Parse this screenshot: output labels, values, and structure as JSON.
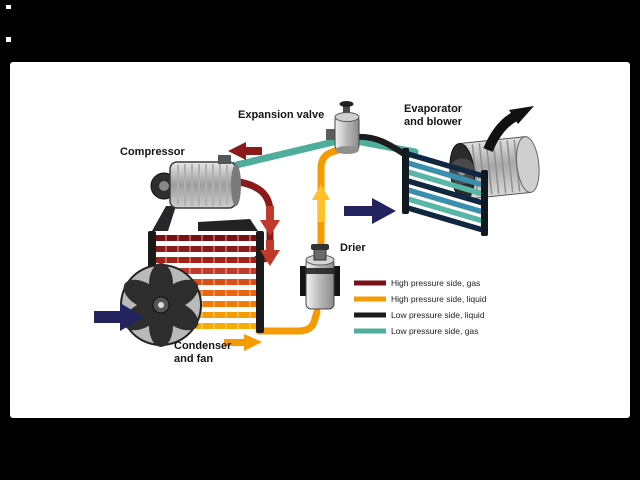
{
  "frame": {
    "background": "#000000",
    "canvas": "#ffffff"
  },
  "diagram": {
    "labels": {
      "compressor": "Compressor",
      "expansion_valve": "Expansion valve",
      "evaporator_line1": "Evaporator",
      "evaporator_line2": "and blower",
      "drier": "Drier",
      "condenser_line1": "Condenser",
      "condenser_line2": "and fan"
    },
    "colors": {
      "high_pressure_gas": "#8b1a1a",
      "high_pressure_liquid": "#f59b00",
      "low_pressure_liquid": "#1c1c1c",
      "low_pressure_gas": "#4fae9b",
      "flow_arrow_red": "#c0392b",
      "flow_arrow_orange": "#ffc12a",
      "air_arrow_navy": "#23235f",
      "air_arrow_black": "#111111"
    },
    "condenser_rows": [
      "#7a1016",
      "#8b1a1a",
      "#a32217",
      "#c0392b",
      "#d84e15",
      "#e8650e",
      "#f07c06",
      "#f59b00",
      "#f7ad00"
    ],
    "evaporator_rows": [
      "#0f2740",
      "#3a8fae",
      "#57b6a5",
      "#0f2740",
      "#3a8fae",
      "#57b6a5",
      "#0f2740"
    ],
    "legend": {
      "items": [
        {
          "label": "High pressure side, gas",
          "color": "#7a1016"
        },
        {
          "label": "High pressure side, liquid",
          "color": "#f59b00"
        },
        {
          "label": "Low pressure side, liquid",
          "color": "#1c1c1c"
        },
        {
          "label": "Low pressure side, gas",
          "color": "#4fae9b"
        }
      ]
    }
  }
}
